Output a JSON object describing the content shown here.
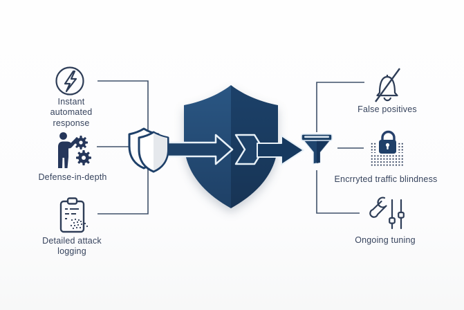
{
  "diagram": {
    "type": "security-flow-infographic",
    "left_items": [
      {
        "id": "instant-automated-response",
        "icon": "lightning-circle-icon",
        "label": "Instant automated response"
      },
      {
        "id": "defense-in-depth",
        "icon": "person-gears-icon",
        "label": "Defense-in-depth"
      },
      {
        "id": "detailed-attack-logging",
        "icon": "clipboard-log-icon",
        "label": "Detailed attack logging"
      }
    ],
    "right_items": [
      {
        "id": "false-positives",
        "icon": "bell-slash-icon",
        "label": "False positives"
      },
      {
        "id": "encrypted-traffic-blindness",
        "icon": "padlock-encrypted-icon",
        "label": "Encrryted traffic blindness"
      },
      {
        "id": "ongoing-tuning",
        "icon": "wrench-sliders-icon",
        "label": "Ongoing tuning"
      }
    ],
    "center_icons": [
      "double-shield-icon",
      "large-shield-icon",
      "traffic-arrow-icon",
      "funnel-icon"
    ],
    "colors": {
      "navy_dark": "#1a3d65",
      "navy_mid": "#25507c",
      "icon_stroke": "#2e3d57",
      "text": "#36435d",
      "connector": "#3f5069",
      "arrow_outline": "#e8f1f8",
      "background": "#fcfcfd"
    }
  }
}
